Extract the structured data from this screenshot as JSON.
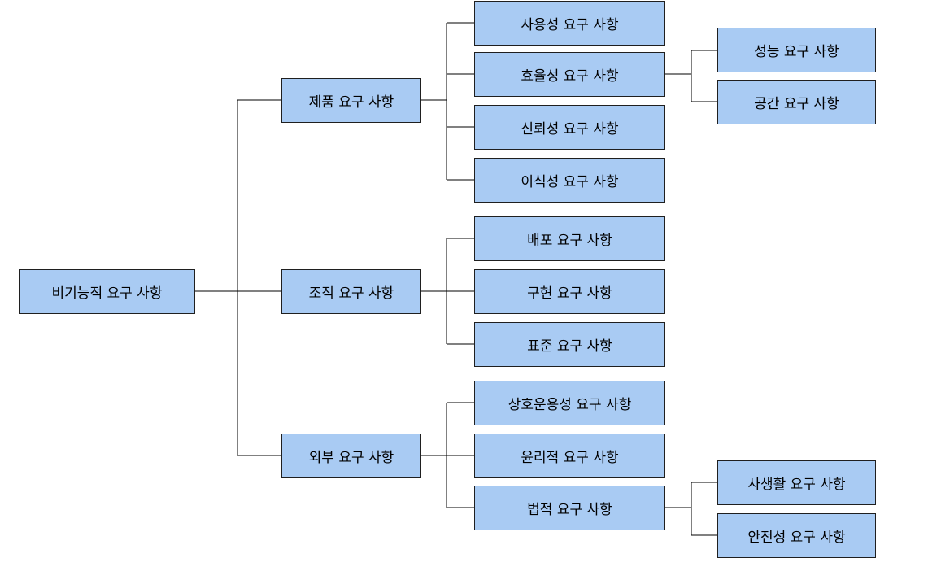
{
  "diagram": {
    "root": {
      "label": "비기능적 요구 사항"
    },
    "branches": [
      {
        "label": "제품 요구 사항",
        "children": [
          {
            "label": "사용성 요구 사항"
          },
          {
            "label": "효율성 요구 사항",
            "children": [
              {
                "label": "성능 요구 사항"
              },
              {
                "label": "공간 요구 사항"
              }
            ]
          },
          {
            "label": "신뢰성 요구 사항"
          },
          {
            "label": "이식성 요구 사항"
          }
        ]
      },
      {
        "label": "조직 요구 사항",
        "children": [
          {
            "label": "배포 요구 사항"
          },
          {
            "label": "구현 요구 사항"
          },
          {
            "label": "표준 요구 사항"
          }
        ]
      },
      {
        "label": "외부 요구 사항",
        "children": [
          {
            "label": "상호운용성 요구 사항"
          },
          {
            "label": "윤리적 요구 사항"
          },
          {
            "label": "법적 요구 사항",
            "children": [
              {
                "label": "사생활 요구 사항"
              },
              {
                "label": "안전성 요구 사항"
              }
            ]
          }
        ]
      }
    ]
  },
  "colors": {
    "node_fill": "#a9cbf3",
    "node_border": "#1f1f1f",
    "connector": "#000000",
    "background": "#ffffff"
  }
}
